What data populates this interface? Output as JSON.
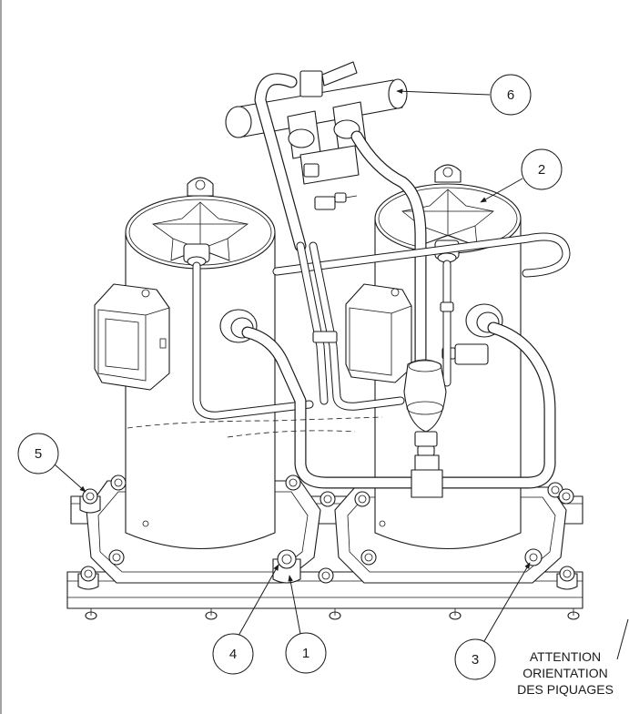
{
  "callouts": [
    {
      "number": "1"
    },
    {
      "number": "2"
    },
    {
      "number": "3"
    },
    {
      "number": "4"
    },
    {
      "number": "5"
    },
    {
      "number": "6"
    }
  ],
  "note": {
    "line1": "ATTENTION",
    "line2": "ORIENTATION",
    "line3": "DES PIQUAGES"
  },
  "colors": {
    "line": "#1a1a1a",
    "background": "#ffffff"
  }
}
